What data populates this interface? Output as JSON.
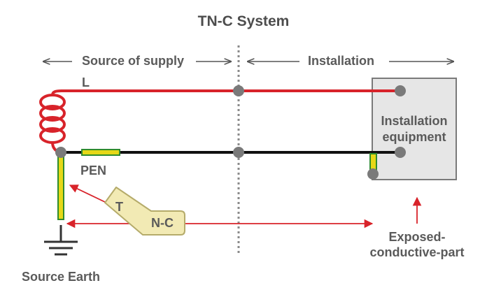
{
  "title": "TN-C System",
  "sections": {
    "source_of_supply": "Source of supply",
    "installation": "Installation"
  },
  "labels": {
    "line": "L",
    "pen": "PEN",
    "equipment_line1": "Installation",
    "equipment_line2": "equipment",
    "exposed_line1": "Exposed-",
    "exposed_line2": "conductive-part",
    "source_earth": "Source Earth",
    "tag_t": "T",
    "tag_nc": "N-C"
  },
  "colors": {
    "line_conductor": "#d8232a",
    "pen_conductor": "#111111",
    "earth_green": "#2e8b2e",
    "earth_yellow": "#e6d817",
    "node_grey": "#7a7a7a",
    "equipment_fill": "#e6e6e6",
    "tag_fill": "#f2eab4",
    "arrow_red": "#d8232a"
  }
}
